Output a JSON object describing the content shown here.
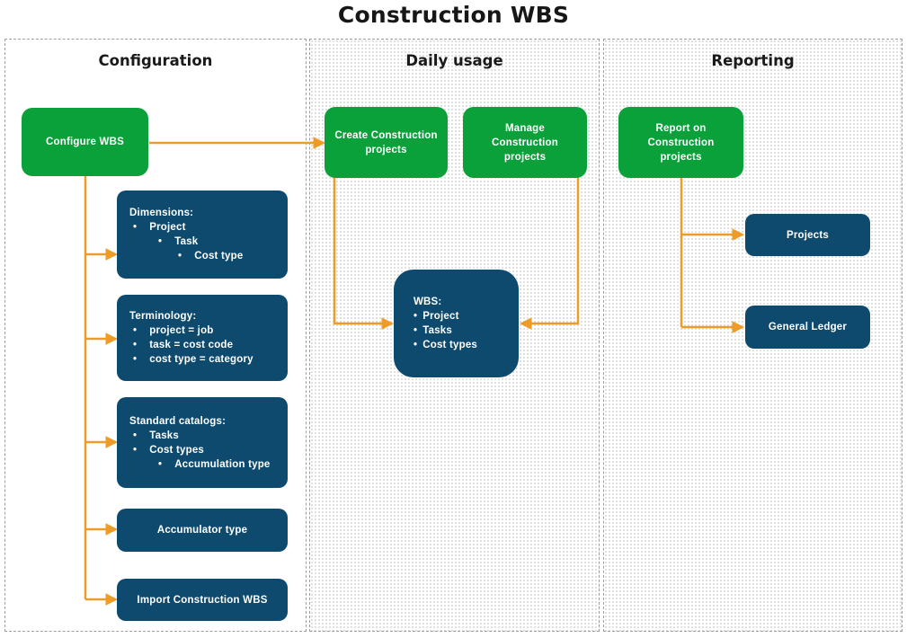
{
  "title": "Construction WBS",
  "colors": {
    "green": "#0aa13a",
    "blue": "#0e4a6e",
    "orange": "#ee9b27",
    "text_dark": "#1a1a1a"
  },
  "columns": [
    {
      "header": "Configuration"
    },
    {
      "header": "Daily usage"
    },
    {
      "header": "Reporting"
    }
  ],
  "nodes": {
    "configure_wbs": {
      "label": "Configure WBS"
    },
    "create_projects": {
      "label": "Create Construction projects"
    },
    "manage_projects": {
      "label": "Manage Construction projects"
    },
    "report_projects": {
      "label": "Report on Construction projects"
    },
    "dimensions": {
      "title": "Dimensions:",
      "items": [
        {
          "label": "Project",
          "indent": 1
        },
        {
          "label": "Task",
          "indent": 2
        },
        {
          "label": "Cost type",
          "indent": 3
        }
      ]
    },
    "terminology": {
      "title": "Terminology:",
      "items": [
        {
          "label": "project = job",
          "indent": 1
        },
        {
          "label": "task = cost code",
          "indent": 1
        },
        {
          "label": "cost type = category",
          "indent": 1
        }
      ]
    },
    "standard_catalogs": {
      "title": "Standard catalogs:",
      "items": [
        {
          "label": "Tasks",
          "indent": 1
        },
        {
          "label": "Cost types",
          "indent": 1
        },
        {
          "label": "Accumulation type",
          "indent": 2
        }
      ]
    },
    "accumulator_type": {
      "label": "Accumulator type"
    },
    "import_wbs": {
      "label": "Import Construction WBS"
    },
    "wbs": {
      "title": "WBS:",
      "items": [
        {
          "label": "Project"
        },
        {
          "label": "Tasks"
        },
        {
          "label": "Cost types"
        }
      ]
    },
    "projects": {
      "label": "Projects"
    },
    "general_ledger": {
      "label": "General Ledger"
    }
  }
}
